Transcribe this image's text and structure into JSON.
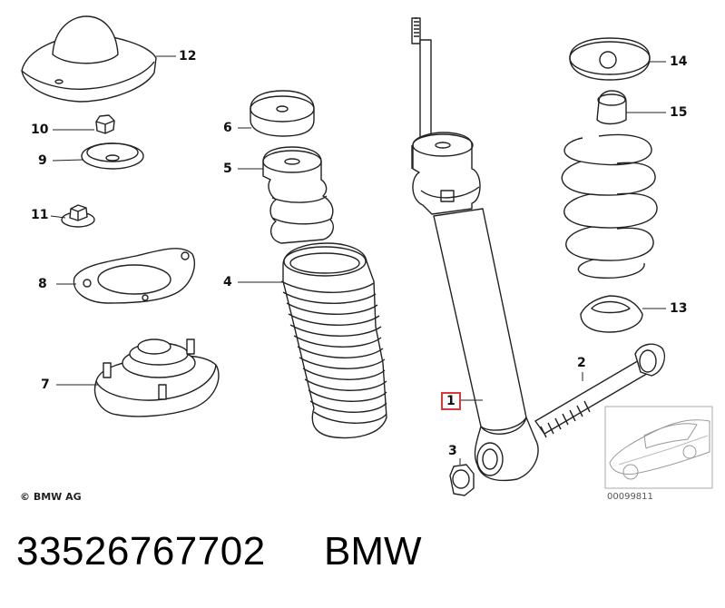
{
  "callouts": [
    {
      "id": "12",
      "label": "12"
    },
    {
      "id": "10",
      "label": "10"
    },
    {
      "id": "9",
      "label": "9"
    },
    {
      "id": "11",
      "label": "11"
    },
    {
      "id": "8",
      "label": "8"
    },
    {
      "id": "7",
      "label": "7"
    },
    {
      "id": "6",
      "label": "6"
    },
    {
      "id": "5",
      "label": "5"
    },
    {
      "id": "4",
      "label": "4"
    },
    {
      "id": "1",
      "label": "1",
      "highlighted": true
    },
    {
      "id": "3",
      "label": "3"
    },
    {
      "id": "2",
      "label": "2"
    },
    {
      "id": "14",
      "label": "14"
    },
    {
      "id": "15",
      "label": "15"
    },
    {
      "id": "13",
      "label": "13"
    }
  ],
  "highlight_color": "#d63a3a",
  "copyright": "© BMW AG",
  "image_code": "00099811",
  "footer": {
    "part_number": "33526767702",
    "brand": "BMW"
  }
}
